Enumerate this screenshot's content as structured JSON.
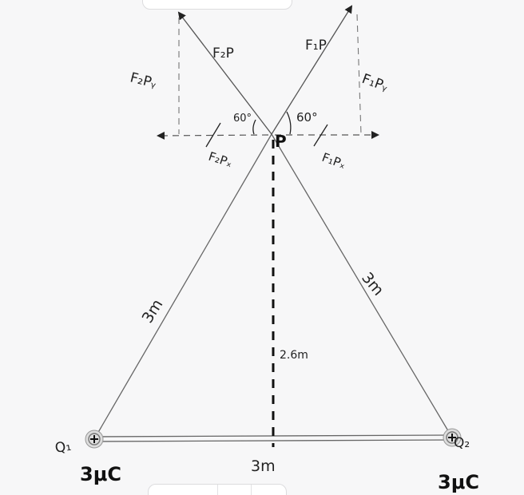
{
  "diagram": {
    "point_label": "P",
    "charges": {
      "q1_label": "Q₁",
      "q2_label": "Q₂",
      "q1_value": "3μC",
      "q2_value": "3μC"
    },
    "forces": {
      "f2p": "F₂P",
      "f1p": "F₁P",
      "f2py": "F₂Pᵧ",
      "f1py": "F₁Pᵧ",
      "f2px": "F₂Pₓ",
      "f1px": "F₁Pₓ"
    },
    "angles": {
      "left": "60°",
      "right": "60°"
    },
    "lengths": {
      "left_side": "3m",
      "right_side": "3m",
      "base": "3m",
      "height": "2.6m"
    }
  }
}
